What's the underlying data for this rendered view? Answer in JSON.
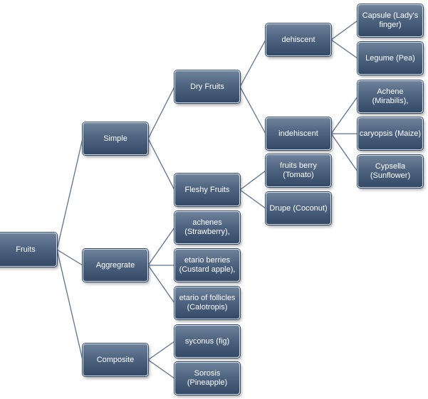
{
  "diagram": {
    "nodes": [
      {
        "id": "fruits",
        "label": "Fruits"
      },
      {
        "id": "simple",
        "label": "Simple"
      },
      {
        "id": "aggregate",
        "label": "Aggregrate"
      },
      {
        "id": "composite",
        "label": "Composite"
      },
      {
        "id": "dry",
        "label": "Dry Fruits"
      },
      {
        "id": "fleshy",
        "label": "Fleshy Fruits"
      },
      {
        "id": "dehiscent",
        "label": "dehiscent"
      },
      {
        "id": "indehiscent",
        "label": "indehiscent"
      },
      {
        "id": "capsule",
        "label": "Capsule (Lady's\nfinger)"
      },
      {
        "id": "legume",
        "label": "Legume (Pea)"
      },
      {
        "id": "achene",
        "label": "Achene\n(Mirabilis),"
      },
      {
        "id": "caryopsis",
        "label": "caryopsis (Maize)"
      },
      {
        "id": "cypsella",
        "label": "Cypsella\n(Sunflower)"
      },
      {
        "id": "berry",
        "label": "fruits berry\n(Tomato)"
      },
      {
        "id": "drupe",
        "label": "Drupe (Coconut)"
      },
      {
        "id": "achenes",
        "label": "achenes\n(Strawberry),"
      },
      {
        "id": "etario_berries",
        "label": "etario berries\n(Custard apple),"
      },
      {
        "id": "etario_follicles",
        "label": "etario of follicles\n(Calotropis)"
      },
      {
        "id": "syconus",
        "label": "syconus (fig)"
      },
      {
        "id": "sorosis",
        "label": "Sorosis\n(Pineapple)"
      }
    ],
    "edges": [
      [
        "fruits",
        "simple"
      ],
      [
        "fruits",
        "aggregate"
      ],
      [
        "fruits",
        "composite"
      ],
      [
        "simple",
        "dry"
      ],
      [
        "simple",
        "fleshy"
      ],
      [
        "dry",
        "dehiscent"
      ],
      [
        "dry",
        "indehiscent"
      ],
      [
        "dehiscent",
        "capsule"
      ],
      [
        "dehiscent",
        "legume"
      ],
      [
        "indehiscent",
        "achene"
      ],
      [
        "indehiscent",
        "caryopsis"
      ],
      [
        "indehiscent",
        "cypsella"
      ],
      [
        "fleshy",
        "berry"
      ],
      [
        "fleshy",
        "drupe"
      ],
      [
        "aggregate",
        "achenes"
      ],
      [
        "aggregate",
        "etario_berries"
      ],
      [
        "aggregate",
        "etario_follicles"
      ],
      [
        "composite",
        "syconus"
      ],
      [
        "composite",
        "sorosis"
      ]
    ]
  },
  "style": {
    "link_color": "#5d728f"
  }
}
